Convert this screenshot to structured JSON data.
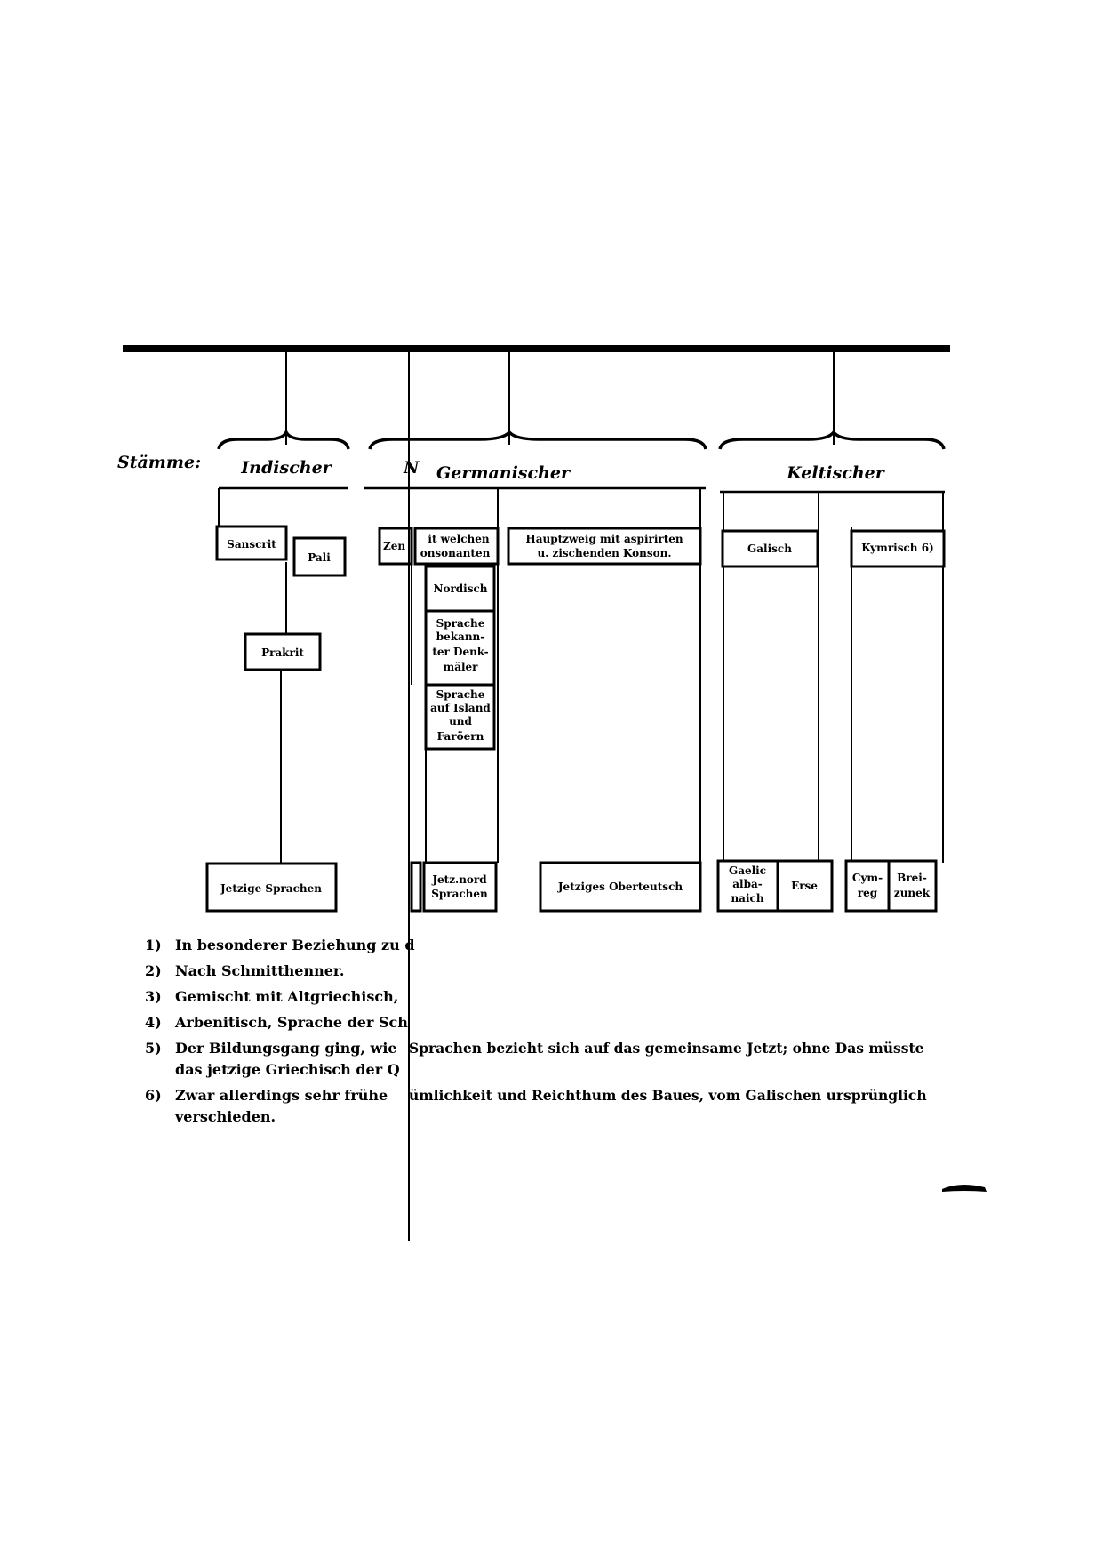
{
  "stamme_label": "Stämme:",
  "branches": {
    "indisch": "Indischer",
    "cut_letter": "N",
    "germanisch": "Germanischer",
    "keltisch": "Keltischer"
  },
  "boxes": {
    "sanscrit": "Sanscrit",
    "pali": "Pali",
    "prakrit": "Prakrit",
    "jetzige_sprachen": "Jetzige Sprachen",
    "zen_fragment": "Zen",
    "konsonanten_1": "it welchen",
    "konsonanten_2": "onsonanten",
    "hauptzweig_1": "Hauptzweig mit aspirirten",
    "hauptzweig_2": "u. zischenden Konson.",
    "nordisch": "Nordisch",
    "denkmaler_1": "Sprache",
    "denkmaler_2": "bekann-",
    "denkmaler_3": "ter Denk-",
    "denkmaler_4": "mäler",
    "island_1": "Sprache",
    "island_2": "auf Island",
    "island_3": "und",
    "island_4": "Faröern",
    "jetz_nord_1": "Jetz.nord",
    "jetz_nord_2": "Sprachen",
    "oberteutsch": "Jetziges Oberteutsch",
    "galisch": "Galisch",
    "kymrisch": "Kymrisch 6)",
    "gaelic_1": "Gaelic",
    "gaelic_2": "alba-",
    "gaelic_3": "naich",
    "erse": "Erse",
    "cymreg_1": "Cym-",
    "cymreg_2": "reg",
    "breizunek_1": "Brei-",
    "breizunek_2": "zunek"
  },
  "footnotes": [
    {
      "num": "1)",
      "text": "In besonderer Beziehung zu d"
    },
    {
      "num": "2)",
      "text": "Nach Schmitthenner."
    },
    {
      "num": "3)",
      "text": "Gemischt mit Altgriechisch,"
    },
    {
      "num": "4)",
      "text": "Arbenitisch, Sprache der Sch"
    },
    {
      "num": "5)",
      "text_left": "Der Bildungsgang ging, wie",
      "text_right": "Sprachen bezieht sich auf das gemeinsame Jetzt; ohne Das müsste",
      "cont": "das jetzige Griechisch der Q"
    },
    {
      "num": "6)",
      "text_left": "Zwar allerdings sehr frühe",
      "text_right": "ümlichkeit und Reichthum des Baues, vom Galischen ursprünglich",
      "cont": "verschieden."
    }
  ]
}
